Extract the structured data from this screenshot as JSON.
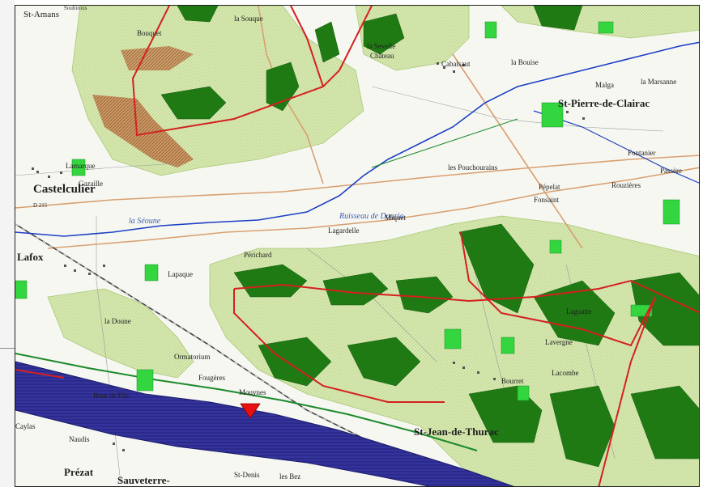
{
  "map": {
    "labels": {
      "st_amans": "St-Amans",
      "soubirous": "Soubirous",
      "bouquet": "Bouquet",
      "la_souque": "la Souque",
      "la_sevelle": "la Sevelle",
      "chateau": "Château",
      "cabalsaut": "Cabalsaut",
      "la_bouise": "la Bouise",
      "malga": "Malga",
      "la_marsanne": "la Marsanne",
      "st_pierre": "St-Pierre-de-Clairac",
      "castelculier": "Castelculier",
      "lamarque": "Lamarque",
      "gazaille": "Gazaille",
      "les_pouchourains": "les Pouchourains",
      "fonsaint": "Fonsaint",
      "pepelat": "Pépelat",
      "rouzieres": "Rouzières",
      "passere": "Passère",
      "fontanier": "Fontanier",
      "seoune_river": "la Séoune",
      "ruisseau": "Ruisseau de Dauria",
      "lafox": "Lafox",
      "lapaque": "Lapaque",
      "perichard": "Périchard",
      "lagardelle": "Lagardelle",
      "miquet": "Miquet",
      "la_doune": "la Doune",
      "ormatorium": "Ormatorium",
      "fougeres": "Fougères",
      "mouyines": "Mouynes",
      "bourret": "Bourret",
      "bout_de_fils": "Bout de Fils",
      "st_jean": "St-Jean-de-Thurac",
      "caylas": "Caylas",
      "naudis": "Naudis",
      "prezat": "Prézat",
      "sauveterre": "Sauveterre-",
      "st_denis": "St-Denis",
      "les_bez": "les Bez",
      "lacombe": "Lacombe",
      "lavergne": "Lavergne",
      "laguatte": "Laguatte",
      "d_215": "D 215"
    },
    "colors": {
      "background": "#f7f7f2",
      "hill_light": "#d6e8b0",
      "hill_hatch": "#e6f0c8",
      "forest": "#1f7a14",
      "forest_bright": "#33d63f",
      "zone_boundary": "#d42020",
      "river": "#1a3fc4",
      "river_green": "#1c8a2c",
      "garonne": "#2b2a8c",
      "canal": "#5a5ab8",
      "road": "#d8a070",
      "vineyard": "#b87a4c",
      "marker": "#e81010"
    }
  }
}
